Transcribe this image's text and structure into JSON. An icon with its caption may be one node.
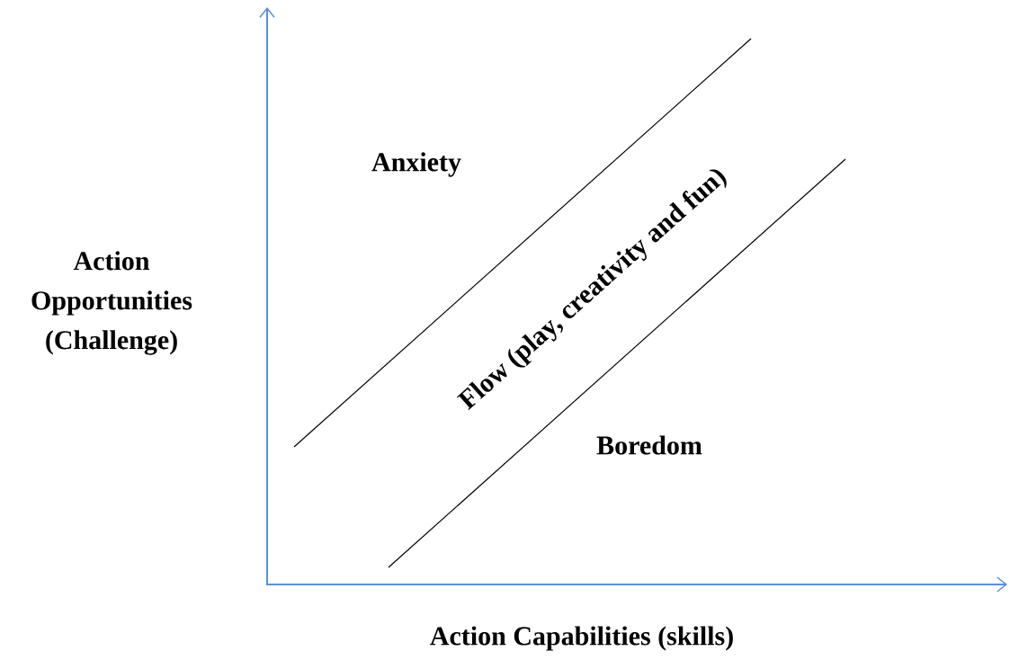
{
  "diagram": {
    "labels": [
      "Anxiety",
      "Action Opportunities (Challenge)",
      "Flow (play, creativity and fun)",
      "Boredom",
      "Action Capabilities (skills)"
    ]
  }
}
